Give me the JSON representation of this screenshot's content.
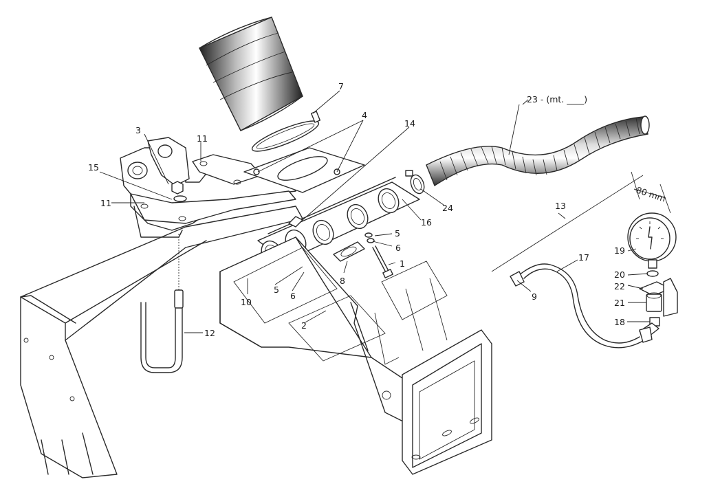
{
  "labels": {
    "l1": "1",
    "l2": "2",
    "l3": "3",
    "l4": "4",
    "l5a": "5",
    "l5b": "5",
    "l6a": "6",
    "l6b": "6",
    "l7": "7",
    "l8": "8",
    "l9": "9",
    "l10": "10",
    "l11a": "11",
    "l11b": "11",
    "l12": "12",
    "l13": "13",
    "l14": "14",
    "l15": "15",
    "l16": "16",
    "l17": "17",
    "l18": "18",
    "l19": "19",
    "l20": "20",
    "l21": "21",
    "l22": "22",
    "l23": "23 - (mt. ____)",
    "l24": "24",
    "dim": "80 mm"
  },
  "colors": {
    "stroke": "#2a2a2a",
    "background": "#ffffff"
  }
}
